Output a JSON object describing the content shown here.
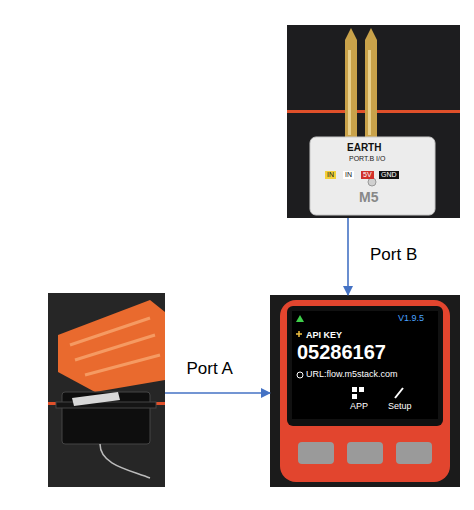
{
  "diagram": {
    "nodes": [
      {
        "text": [
          "EARTH",
          "PORT.B I/O",
          "IN",
          "IN",
          "5V",
          "GND",
          "M5"
        ]
      },
      {
        "text": []
      },
      {
        "text": [
          "V1.9.5",
          "API KEY",
          "05286167",
          "URL:flow.m5stack.com",
          "APP",
          "Setup"
        ]
      }
    ],
    "edges": [
      {
        "from": 0,
        "to": 2,
        "label": "Port B",
        "arrow": "to"
      },
      {
        "from": 1,
        "to": 2,
        "label": "Port A",
        "arrow": "to"
      }
    ]
  }
}
